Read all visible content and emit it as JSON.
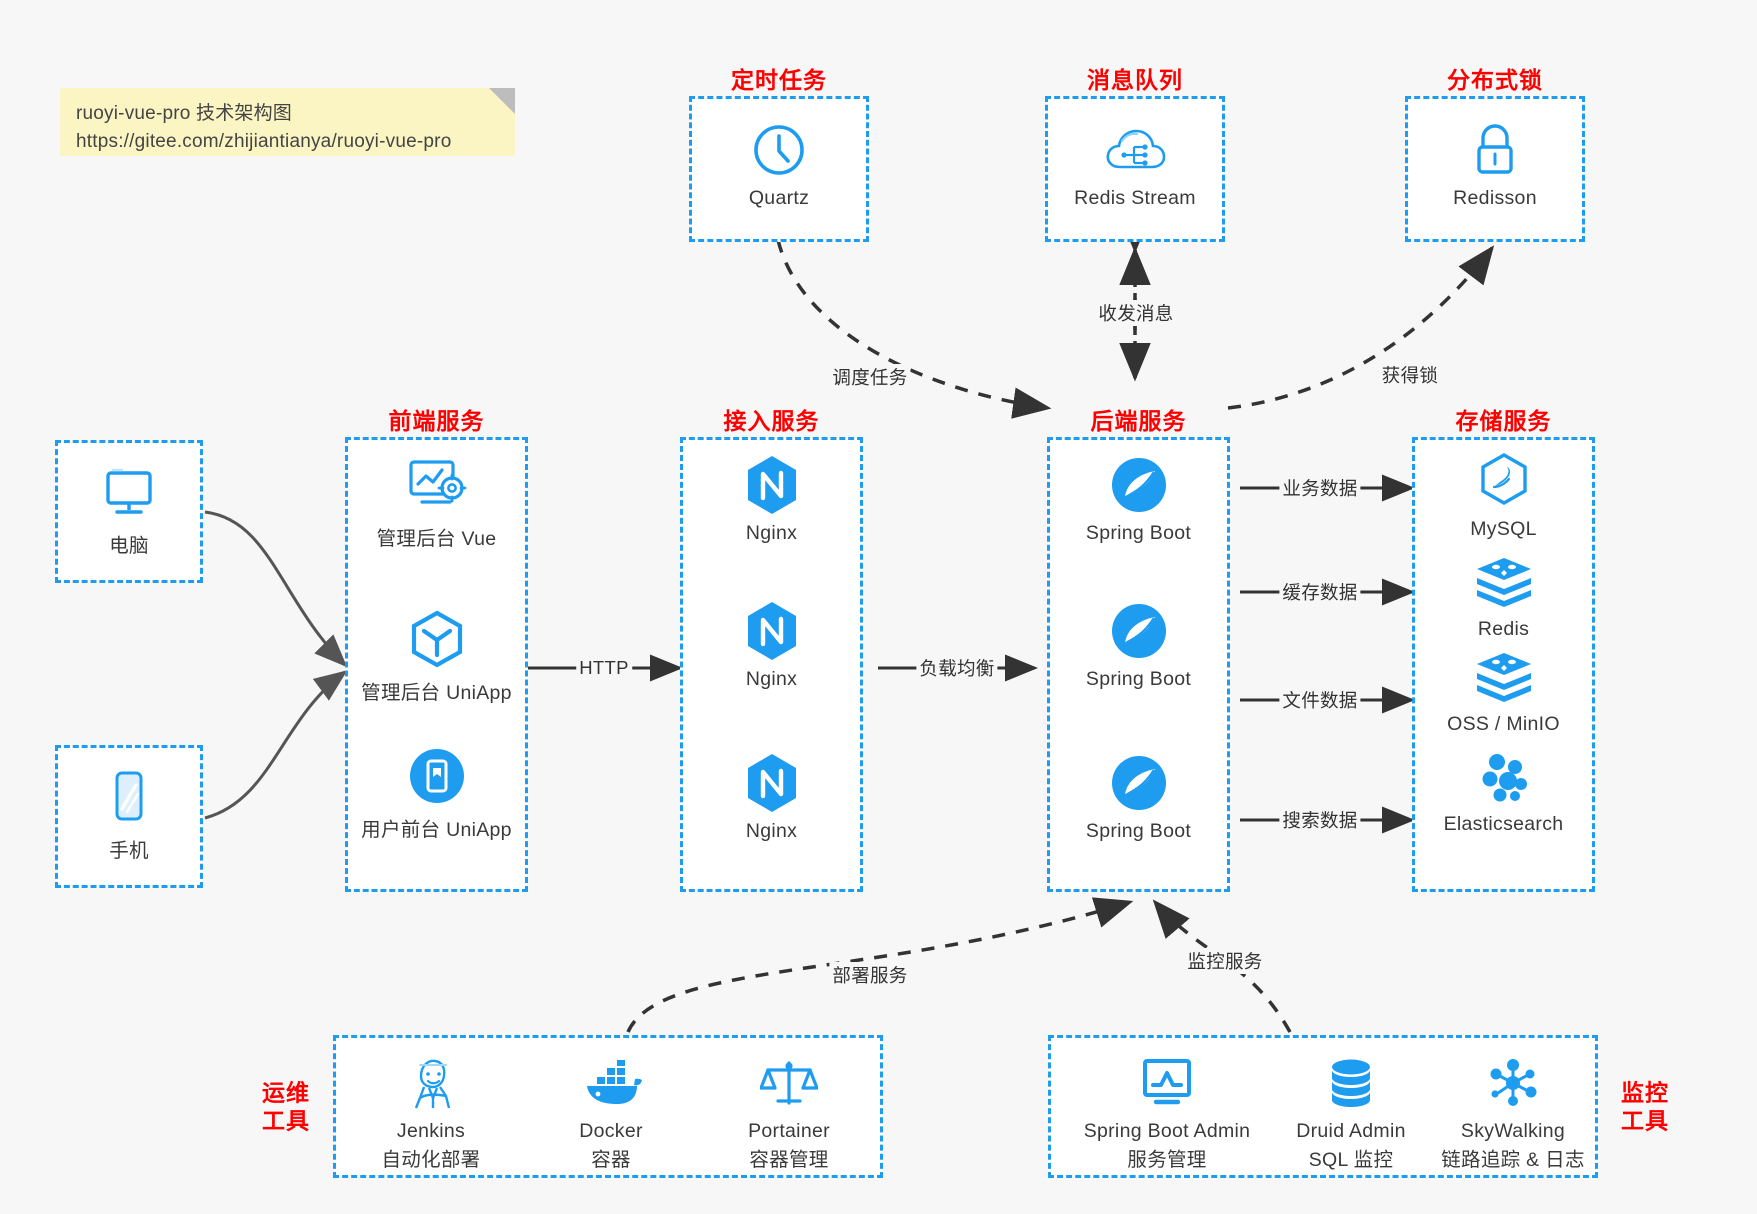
{
  "note": {
    "line1": "ruoyi-vue-pro 技术架构图",
    "line2": "https://gitee.com/zhijiantianya/ruoyi-vue-pro"
  },
  "colors": {
    "accent": "#1e9cf0",
    "title": "#ff0000",
    "edge": "#333333",
    "note_bg": "#fbf5c4",
    "page_bg": "#f7f7f7"
  },
  "groups": {
    "scheduled_task": {
      "title": "定时任务"
    },
    "message_queue": {
      "title": "消息队列"
    },
    "distributed_lock": {
      "title": "分布式锁"
    },
    "frontend": {
      "title": "前端服务"
    },
    "gateway": {
      "title": "接入服务"
    },
    "backend": {
      "title": "后端服务"
    },
    "storage": {
      "title": "存储服务"
    },
    "devops": {
      "title_line1": "运维",
      "title_line2": "工具"
    },
    "monitor": {
      "title_line1": "监控",
      "title_line2": "工具"
    }
  },
  "nodes": {
    "quartz": {
      "label": "Quartz",
      "icon": "clock-icon"
    },
    "redis_stream": {
      "label": "Redis Stream",
      "icon": "cloud-network-icon"
    },
    "redisson": {
      "label": "Redisson",
      "icon": "lock-icon"
    },
    "computer": {
      "label": "电脑",
      "icon": "monitor-icon"
    },
    "phone": {
      "label": "手机",
      "icon": "phone-icon"
    },
    "admin_vue": {
      "label": "管理后台 Vue",
      "icon": "dashboard-gear-icon"
    },
    "admin_uniapp": {
      "label": "管理后台 UniApp",
      "icon": "cube-hexagon-icon"
    },
    "user_uniapp": {
      "label": "用户前台 UniApp",
      "icon": "mobile-app-icon"
    },
    "nginx1": {
      "label": "Nginx",
      "icon": "nginx-icon"
    },
    "nginx2": {
      "label": "Nginx",
      "icon": "nginx-icon"
    },
    "nginx3": {
      "label": "Nginx",
      "icon": "nginx-icon"
    },
    "springboot1": {
      "label": "Spring Boot",
      "icon": "spring-leaf-icon"
    },
    "springboot2": {
      "label": "Spring Boot",
      "icon": "spring-leaf-icon"
    },
    "springboot3": {
      "label": "Spring Boot",
      "icon": "spring-leaf-icon"
    },
    "mysql": {
      "label": "MySQL",
      "icon": "mysql-dolphin-icon"
    },
    "redis": {
      "label": "Redis",
      "icon": "redis-stack-icon"
    },
    "oss": {
      "label": "OSS / MinIO",
      "icon": "oss-stack-icon"
    },
    "elasticsearch": {
      "label": "Elasticsearch",
      "icon": "elasticsearch-icon"
    },
    "jenkins": {
      "label": "Jenkins",
      "sublabel": "自动化部署",
      "icon": "jenkins-butler-icon"
    },
    "docker": {
      "label": "Docker",
      "sublabel": "容器",
      "icon": "docker-whale-icon"
    },
    "portainer": {
      "label": "Portainer",
      "sublabel": "容器管理",
      "icon": "scales-icon"
    },
    "sba": {
      "label": "Spring Boot Admin",
      "sublabel": "服务管理",
      "icon": "monitor-chart-icon"
    },
    "druid": {
      "label": "Druid Admin",
      "sublabel": "SQL 监控",
      "icon": "database-icon"
    },
    "skywalking": {
      "label": "SkyWalking",
      "sublabel": "链路追踪 & 日志",
      "icon": "network-nodes-icon"
    }
  },
  "edges": [
    {
      "id": "http",
      "label": "HTTP"
    },
    {
      "id": "load-balance",
      "label": "负载均衡"
    },
    {
      "id": "schedule-task",
      "label": "调度任务"
    },
    {
      "id": "send-receive-message",
      "label": "收发消息"
    },
    {
      "id": "acquire-lock",
      "label": "获得锁"
    },
    {
      "id": "business-data",
      "label": "业务数据"
    },
    {
      "id": "cache-data",
      "label": "缓存数据"
    },
    {
      "id": "file-data",
      "label": "文件数据"
    },
    {
      "id": "search-data",
      "label": "搜索数据"
    },
    {
      "id": "deploy-service",
      "label": "部署服务"
    },
    {
      "id": "monitor-service",
      "label": "监控服务"
    }
  ]
}
